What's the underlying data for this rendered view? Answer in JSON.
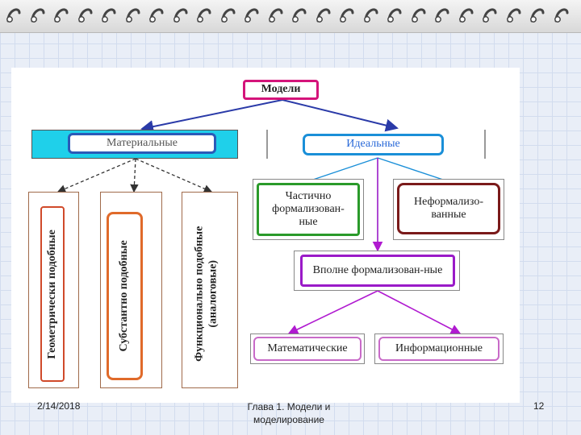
{
  "diagram": {
    "root": "Модели",
    "material": "Материальные",
    "ideal": "Идеальные",
    "geometric_line1": "Геометрически подобные",
    "substantial": "Субстантно подобные",
    "functional_line1": "Функционально подобные",
    "functional_line2": "(аналоговые)",
    "partial": "Частично формализован-ные",
    "informal": "Неформализо-ванные",
    "full": "Вполне формализован-ные",
    "math": "Математические",
    "info": "Информационные"
  },
  "footer": {
    "date": "2/14/2018",
    "chapter": "Глава 1. Модели и моделирование",
    "page": "12"
  },
  "colors": {
    "root_border": "#d4147a",
    "material_band": "#1fd0ea",
    "material_border": "#2a5ab8",
    "ideal_border": "#1a8fd8",
    "substantial_border": "#e06a2a",
    "partial_border": "#2a9a2a",
    "informal_border": "#7a1a1a",
    "full_border": "#9a1ac8",
    "leaf_border": "#c86ac8"
  }
}
